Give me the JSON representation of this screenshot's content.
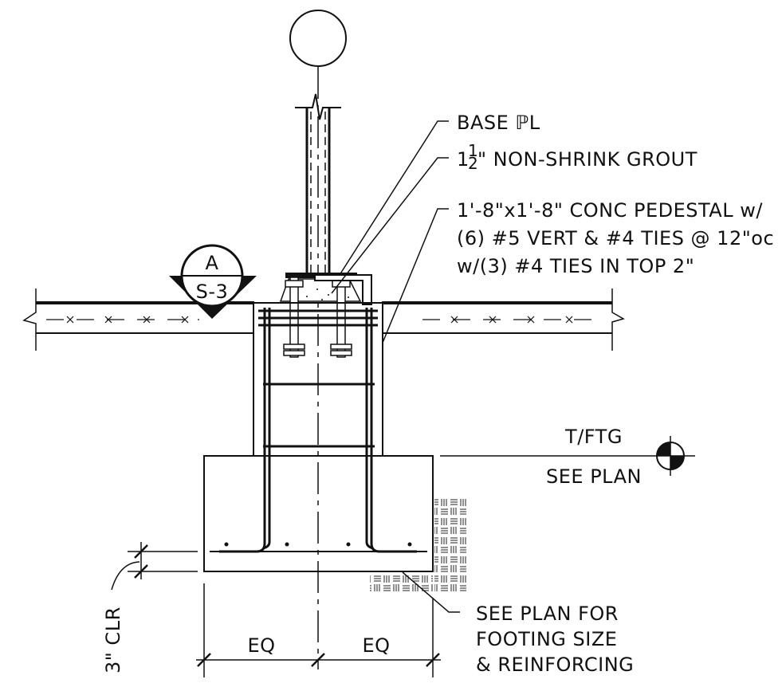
{
  "labels": {
    "base_plate": "BASE ℙL",
    "grout_whole": "1",
    "grout_num": "1",
    "grout_den": "2",
    "grout_rest": "\" NON-SHRINK GROUT",
    "pedestal_line1": "1'-8\"x1'-8\" CONC PEDESTAL w/",
    "pedestal_line2": "(6) #5 VERT & #4 TIES @ 12\"oc",
    "pedestal_line3": "w/(3) #4 TIES IN TOP 2\"",
    "tfg_top": "T/FTG",
    "tfg_bottom": "SEE PLAN",
    "section_letter": "A",
    "section_sheet": "S-3",
    "see_plan_line1": "SEE PLAN FOR",
    "see_plan_line2": "FOOTING SIZE",
    "see_plan_line3": "& REINFORCING",
    "dim_eq_left": "EQ",
    "dim_eq_right": "EQ",
    "clearance": "3\" CLR"
  }
}
